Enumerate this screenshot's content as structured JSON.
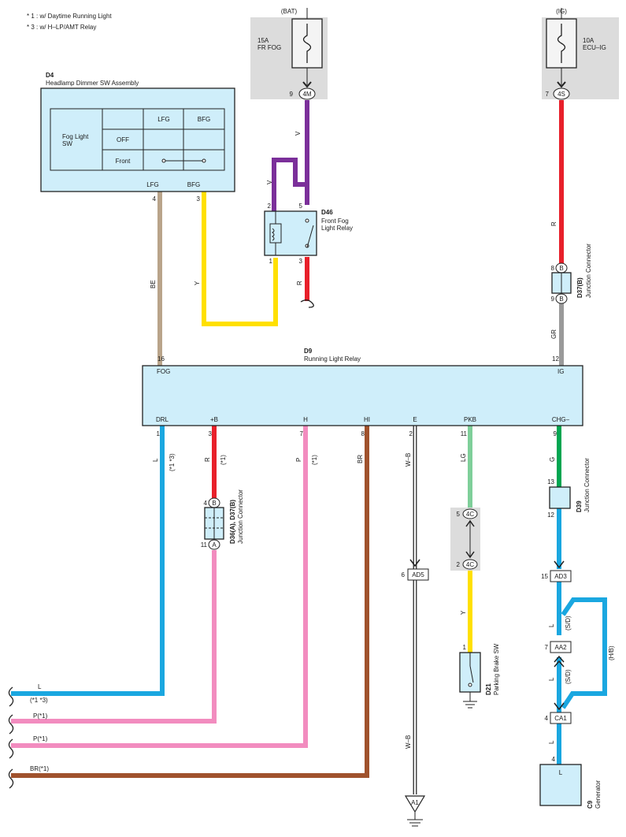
{
  "notes": [
    "* 1 : w/ Daytime Running Light",
    "* 3 : w/ H–LP/AMT Relay"
  ],
  "colors": {
    "V": "#7b2f9a",
    "R": "#e8202a",
    "Y": "#ffe000",
    "BE": "#b9a48a",
    "GR": "#9a9a9a",
    "L": "#1aa7e0",
    "P": "#f28cbf",
    "BR": "#a0522d",
    "LG": "#7fcf9a",
    "G": "#00a651",
    "WB": "#666666",
    "box": "#cfeefa",
    "fuse_bg": "#dcdcdc"
  },
  "bat": {
    "label": "(BAT)",
    "fuse_amp": "15A",
    "fuse_name": "FR FOG",
    "pin": "9",
    "conn": "4M",
    "wire": "V"
  },
  "ig": {
    "label": "(IG)",
    "fuse_amp": "10A",
    "fuse_name": "ECU–IG",
    "pin": "7",
    "conn": "4S",
    "wire": "R"
  },
  "d4": {
    "code": "D4",
    "name": "Headlamp Dimmer SW Assembly",
    "table": {
      "row_header": "Fog Light SW",
      "columns": [
        "LFG",
        "BFG"
      ],
      "rows": [
        "OFF",
        "Front"
      ]
    },
    "terminals": [
      {
        "label": "LFG",
        "pin": "4",
        "wire": "BE"
      },
      {
        "label": "BFG",
        "pin": "3",
        "wire": "Y"
      }
    ]
  },
  "d46": {
    "code": "D46",
    "name_lines": [
      "Front Fog",
      "Light Relay"
    ],
    "pins": {
      "coil_top": "2",
      "switch_top": "5",
      "coil_bottom": "1",
      "switch_bottom": "3"
    },
    "wires": {
      "top_left": "V",
      "top_right": "V",
      "bottom_right": "R"
    }
  },
  "d37b_top": {
    "code": "D37(B)",
    "name": "Junction Connector",
    "pin_top": "8",
    "pin_bottom": "9",
    "letter": "B",
    "wire_in": "R",
    "wire_out": "GR"
  },
  "d9": {
    "code": "D9",
    "name": "Running Light Relay",
    "top_terminals": [
      {
        "label": "FOG",
        "pin": "16"
      },
      {
        "label": "IG",
        "pin": "12"
      }
    ],
    "bottom_terminals": [
      {
        "label": "DRL",
        "pin": "1",
        "wire": "L",
        "note": "(*1 *3)"
      },
      {
        "label": "+B",
        "pin": "3",
        "wire": "R",
        "note": "(*1)"
      },
      {
        "label": "H",
        "pin": "7",
        "wire": "P",
        "note": "(*1)"
      },
      {
        "label": "HI",
        "pin": "8",
        "wire": "BR",
        "note": ""
      },
      {
        "label": "E",
        "pin": "2",
        "wire": "W–B",
        "note": ""
      },
      {
        "label": "PKB",
        "pin": "11",
        "wire": "LG",
        "note": ""
      },
      {
        "label": "CHG–",
        "pin": "9",
        "wire": "G",
        "note": ""
      }
    ]
  },
  "d36": {
    "code": "D36(A), D37(B)",
    "name": "Junction Connector",
    "pin_top": "4",
    "letter_top": "B",
    "pin_bottom": "11",
    "letter_bottom": "A"
  },
  "d39": {
    "code": "D39",
    "name": "Junction Connector",
    "pin_top": "13",
    "pin_bottom": "12"
  },
  "ad5": {
    "pin": "6",
    "conn": "AD5",
    "wire": "W–B"
  },
  "ground": {
    "label": "A1"
  },
  "conn4c": {
    "pin_top": "5",
    "pin_bottom": "2",
    "conn": "4C",
    "wire_below": "Y"
  },
  "d21": {
    "code": "D21",
    "name": "Parking Brake SW",
    "pin": "1"
  },
  "ad3": {
    "pin": "15",
    "conn": "AD3",
    "wire_below": "L",
    "sd": "(S/D)",
    "hb": "(H/B)"
  },
  "aa2": {
    "pin": "7",
    "conn": "AA2",
    "wire_below": "L",
    "sd": "(S/D)"
  },
  "ca1": {
    "pin": "4",
    "conn": "CA1",
    "wire_below": "L"
  },
  "c9": {
    "code": "C9",
    "name": "Generator",
    "pin": "4",
    "terminal": "L"
  },
  "left_exits": [
    {
      "label": "L",
      "sub": "(*1 *3)"
    },
    {
      "label": "P(*1)"
    },
    {
      "label": "P(*1)"
    },
    {
      "label": "BR(*1)"
    }
  ]
}
